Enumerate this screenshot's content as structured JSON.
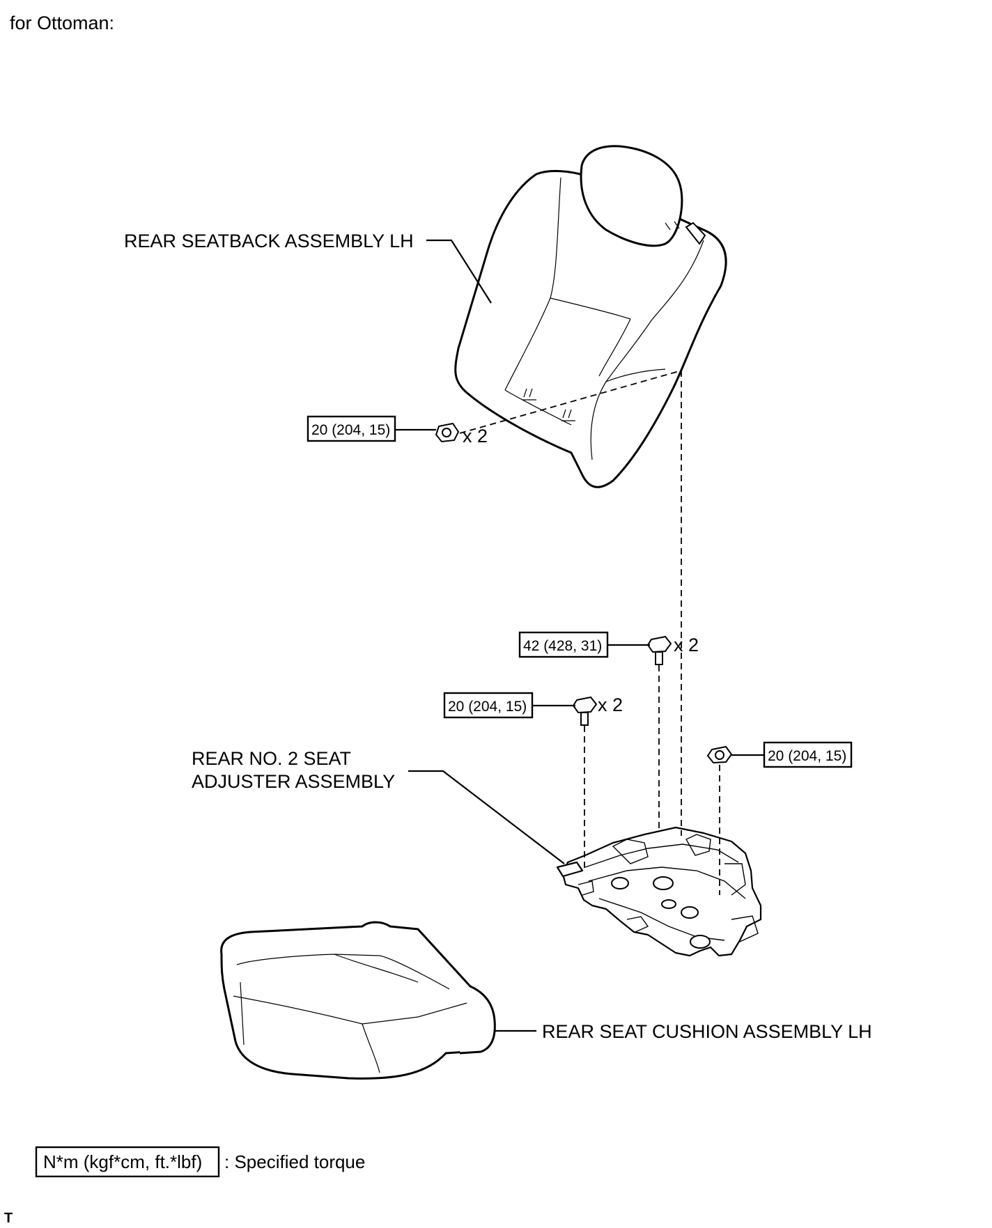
{
  "header": {
    "context": "for Ottoman:"
  },
  "parts": {
    "seatback": "REAR SEATBACK ASSEMBLY LH",
    "adjuster_line1": "REAR NO. 2 SEAT",
    "adjuster_line2": "ADJUSTER ASSEMBLY",
    "cushion": "REAR SEAT CUSHION ASSEMBLY LH"
  },
  "torques": {
    "seatback_nut": "20 (204, 15)",
    "adjuster_bolt_upper": "42 (428, 31)",
    "adjuster_bolt_lower": "20 (204, 15)",
    "adjuster_nut_right": "20 (204, 15)"
  },
  "quantities": {
    "seatback_nut": "x 2",
    "adjuster_bolt_upper": "x 2",
    "adjuster_bolt_lower": "x 2"
  },
  "legend": {
    "unit_box": "N*m (kgf*cm, ft.*lbf)",
    "description": ": Specified torque"
  },
  "footer": {
    "mark": "T"
  }
}
